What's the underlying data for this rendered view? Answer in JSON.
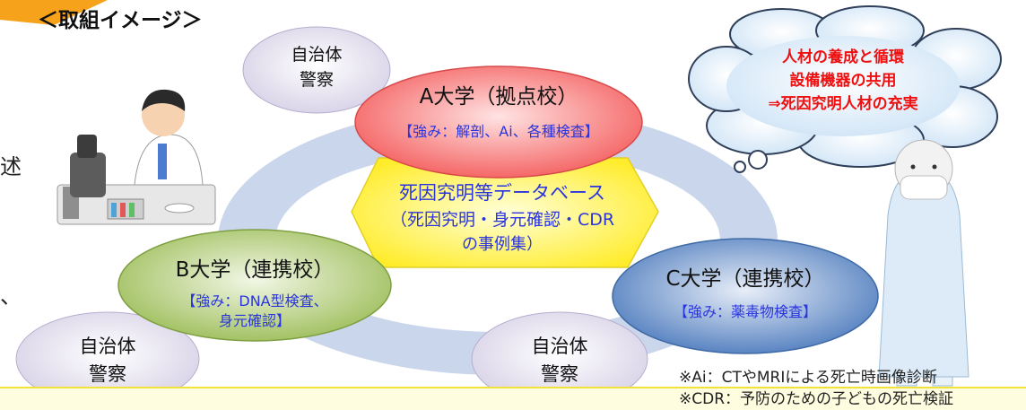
{
  "title": "＜取組イメージ＞",
  "edge_chars": [
    "述",
    "、"
  ],
  "hub": {
    "name": "A大学（拠点校）",
    "strength": "【強み：解剖、Ai、各種検査】"
  },
  "partner_b": {
    "name": "B大学（連携校）",
    "strength_line1": "【強み：DNA型検査、",
    "strength_line2": "身元確認】"
  },
  "partner_c": {
    "name": "C大学（連携校）",
    "strength": "【強み：薬毒物検査】"
  },
  "database": {
    "line1": "死因究明等データベース",
    "line2": "（死因究明・身元確認・CDR",
    "line3": "の事例集）"
  },
  "local_groups": [
    {
      "line1": "自治体",
      "line2": "警察"
    },
    {
      "line1": "自治体",
      "line2": "警察"
    },
    {
      "line1": "自治体",
      "line2": "警察"
    }
  ],
  "thought_bubble": {
    "line1": "人材の養成と循環",
    "line2": "設備機器の共用",
    "line3": "⇒死因究明人材の充実"
  },
  "notes": {
    "ai": "※Ai：CTやMRIによる死亡時画像診断",
    "cdr": "※CDR：予防のための子どもの死亡検証"
  },
  "colors": {
    "ring": "#c5d4ea",
    "hub_fill": "#f46a6a",
    "partner_b_fill": "#a9c66a",
    "partner_c_fill": "#5b86c4",
    "local_fill": "#dcd7ea",
    "database_fill": "#fff23a",
    "accent_orange": "#f6a21a"
  }
}
